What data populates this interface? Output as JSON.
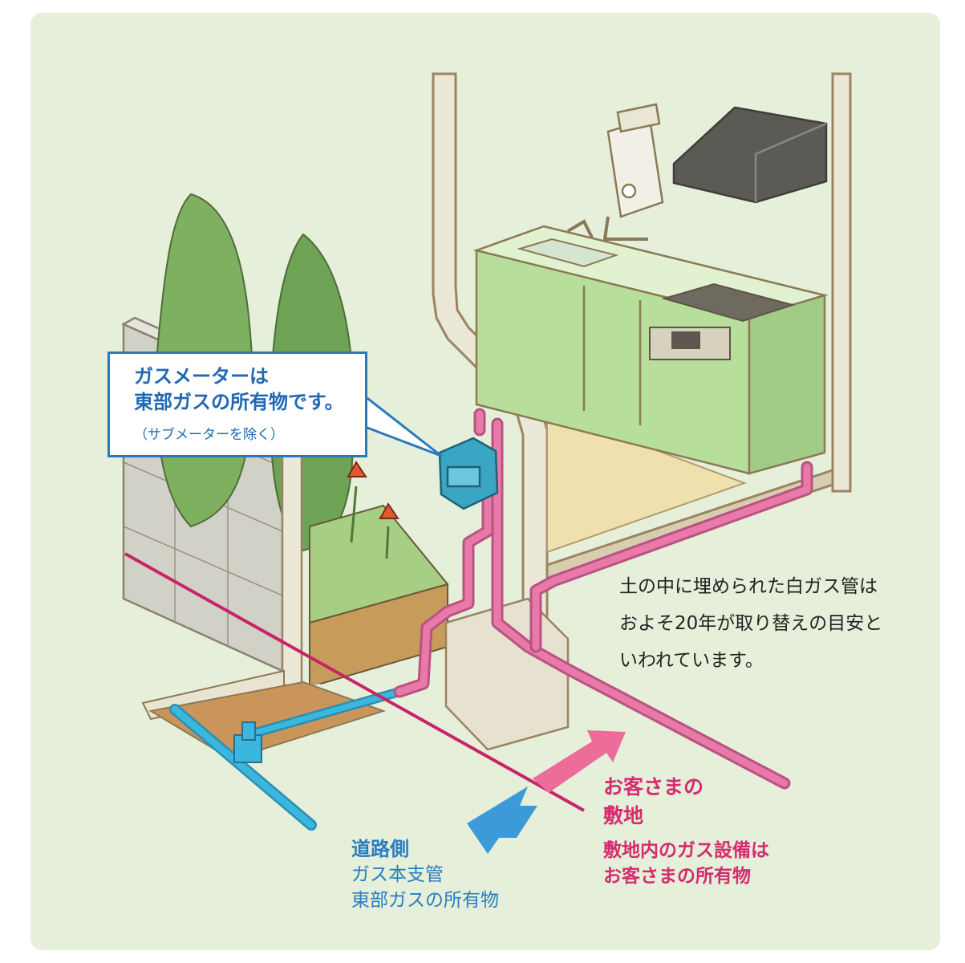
{
  "colors": {
    "background": "#e5efd9",
    "property_pipe": "#e879a8",
    "street_pipe": "#3bb6dd",
    "boundary_line": "#c82468",
    "blue_text": "#2a7dc2",
    "pink_text": "#d42c6e"
  },
  "callout": {
    "line1": "ガスメーターは",
    "line2": "東部ガスの所有物です。",
    "line3": "（サブメーターを除く）"
  },
  "note": {
    "line1": "土の中に埋められた白ガス管は",
    "line2": "およそ20年が取り替えの目安と",
    "line3": "いわれています。"
  },
  "road_side": {
    "heading": "道路側",
    "line1": "ガス本支管",
    "line2": "東部ガスの所有物"
  },
  "property_side": {
    "heading_line1": "お客さまの",
    "heading_line2": "敷地",
    "line1": "敷地内のガス設備は",
    "line2": "お客さまの所有物"
  },
  "icons": [
    "gas-meter-icon",
    "water-heater-icon",
    "range-hood-icon",
    "gas-stove-icon",
    "sink-icon",
    "tree-icon",
    "tulip-icon"
  ]
}
